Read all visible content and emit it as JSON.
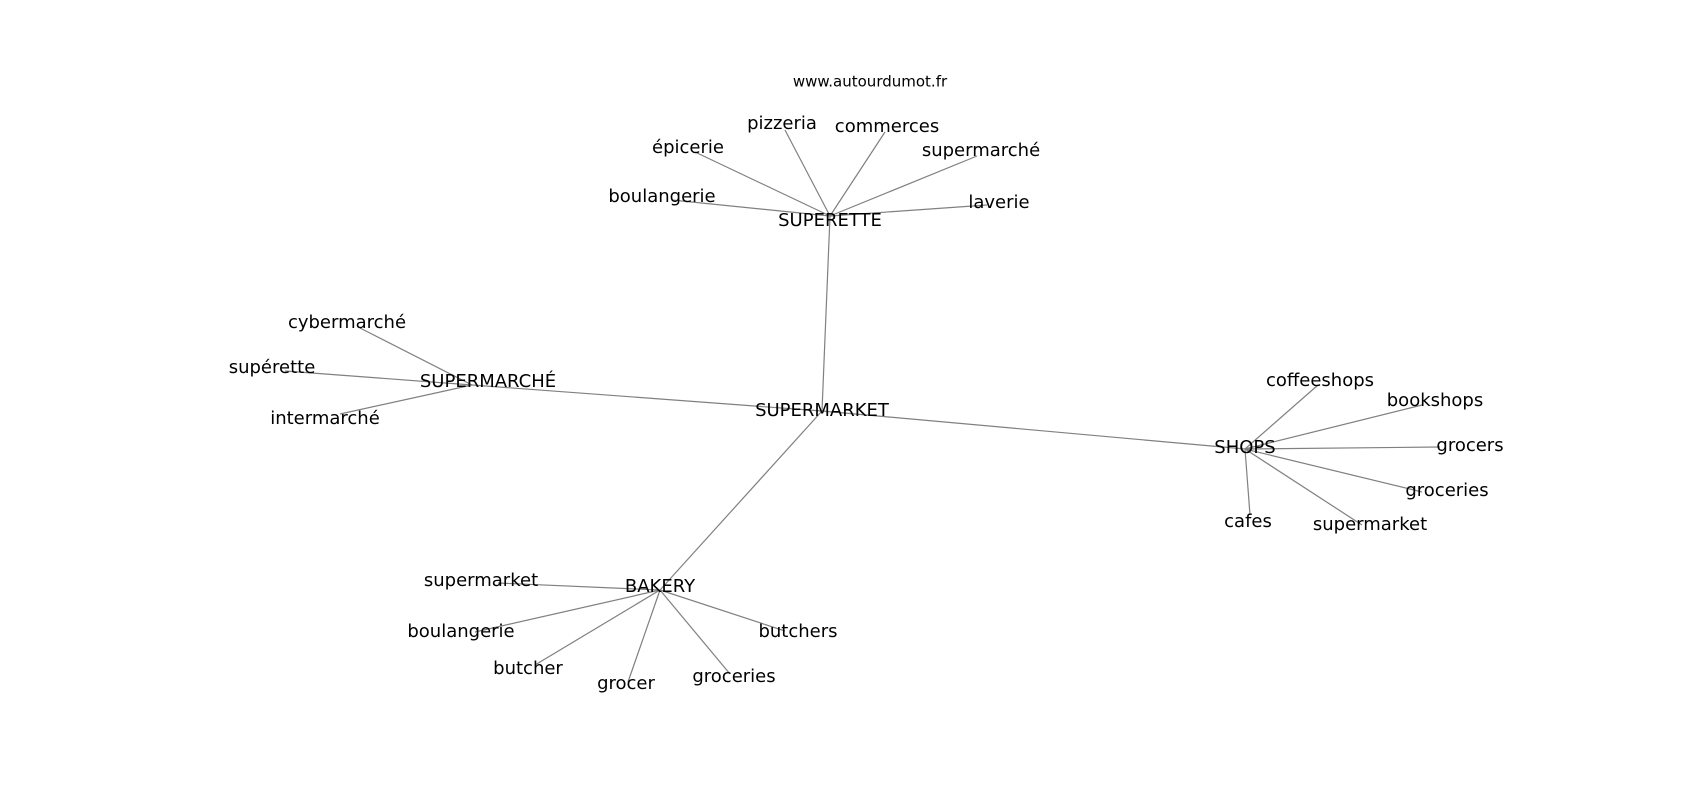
{
  "site": "www.autourdumot.fr",
  "center": "SUPERMARKET",
  "hubs": [
    {
      "label": "SUPERETTE",
      "leaves": [
        "boulangerie",
        "épicerie",
        "pizzeria",
        "commerces",
        "supermarché",
        "laverie"
      ]
    },
    {
      "label": "SUPERMARCHÉ",
      "leaves": [
        "cybermarché",
        "supérette",
        "intermarché"
      ]
    },
    {
      "label": "SHOPS",
      "leaves": [
        "coffeeshops",
        "bookshops",
        "grocers",
        "groceries",
        "supermarket",
        "cafes"
      ]
    },
    {
      "label": "BAKERY",
      "leaves": [
        "supermarket",
        "boulangerie",
        "butcher",
        "grocer",
        "groceries",
        "butchers"
      ]
    }
  ]
}
